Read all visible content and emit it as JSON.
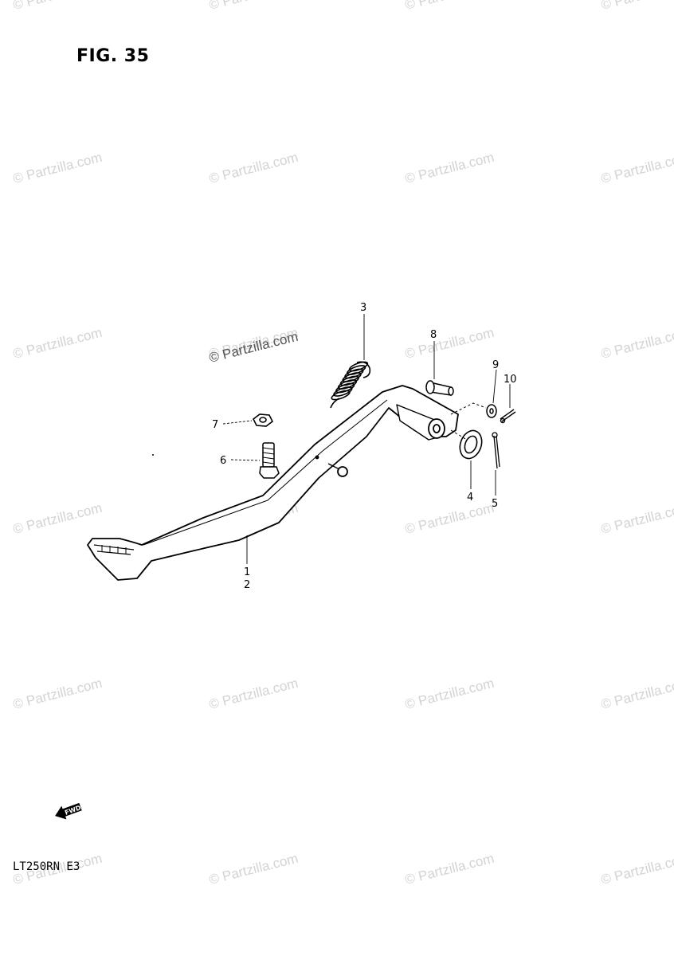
{
  "figure": {
    "title": "FIG. 35",
    "model_code": "LT250RN E3"
  },
  "watermark": {
    "text": "© Partzilla.com",
    "prominent_text": "© Partzilla.com"
  },
  "callouts": {
    "c1": "1",
    "c2": "2",
    "c3": "3",
    "c4": "4",
    "c5": "5",
    "c6": "6",
    "c7": "7",
    "c8": "8",
    "c9": "9",
    "c10": "10"
  },
  "direction_badge": {
    "text": "FWD"
  }
}
